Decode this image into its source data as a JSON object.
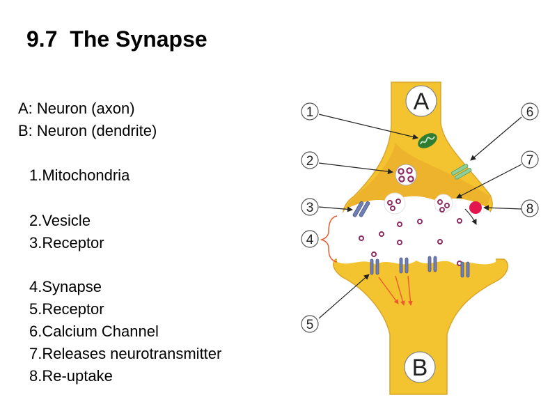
{
  "title": "9.7  The Synapse",
  "subtitles": [
    "A: Neuron (axon)",
    "B: Neuron (dendrite)"
  ],
  "legend": [
    "1.Mitochondria",
    "2.Vesicle",
    "3.Receptor",
    "4.Synapse",
    "5.Receptor",
    "6.Calcium Channel",
    "7.Releases neurotransmitter",
    "8.Re-uptake"
  ],
  "diagram": {
    "top_neuron_label": "A",
    "bottom_neuron_label": "B",
    "callouts": [
      "1",
      "2",
      "3",
      "4",
      "5",
      "6",
      "7",
      "8"
    ],
    "colors": {
      "neuron_fill": "#f4c330",
      "neuron_shade": "#e9a52a",
      "neuron_outline": "#d9a52c",
      "cleft": "#ffffff",
      "vesicle": "#8e2a62",
      "receptor": "#6f7fb3",
      "channel": "#8fcf9a",
      "reuptake": "#e3174f",
      "arrow_red": "#ea5a2c",
      "mitochondria": "#2e7d32"
    }
  }
}
